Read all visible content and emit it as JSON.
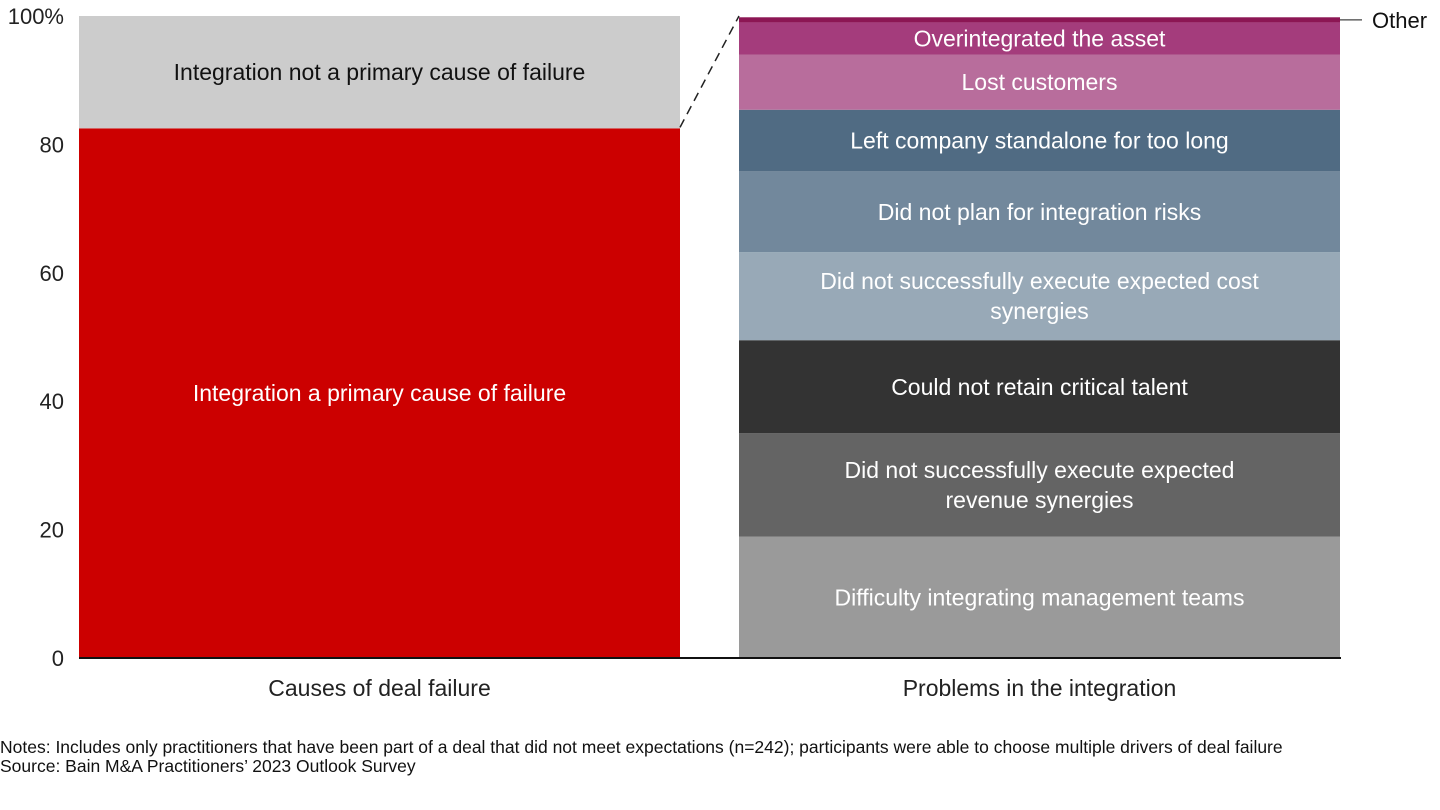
{
  "chart_data": {
    "type": "bar",
    "stacked": true,
    "yticks": [
      "0",
      "20",
      "40",
      "60",
      "80",
      "100%"
    ],
    "ylim": [
      0,
      100
    ],
    "grid": false,
    "categories": [
      "Causes of deal failure",
      "Problems in the integration"
    ],
    "bars": [
      {
        "category": "Causes of deal failure",
        "segments": [
          {
            "label": "Integration a primary cause of failure",
            "value": 82.5,
            "color": "#cc0000",
            "text_color": "#ffffff"
          },
          {
            "label": "Integration not a primary cause of failure",
            "value": 17.5,
            "color": "#cccccc",
            "text_color": "#111111"
          }
        ]
      },
      {
        "category": "Problems in the integration",
        "segments": [
          {
            "label": "Difficulty integrating management teams",
            "value": 18.9,
            "color": "#9a9a9a",
            "text_color": "#ffffff"
          },
          {
            "label": "Did not successfully execute expected revenue synergies",
            "value": 16.1,
            "color": "#646464",
            "text_color": "#ffffff"
          },
          {
            "label": "Could not retain critical talent",
            "value": 14.5,
            "color": "#333333",
            "text_color": "#ffffff"
          },
          {
            "label": "Did not successfully execute expected cost synergies",
            "value": 13.7,
            "color": "#98a9b7",
            "text_color": "#ffffff"
          },
          {
            "label": "Did not plan for integration risks",
            "value": 12.6,
            "color": "#72889c",
            "text_color": "#ffffff"
          },
          {
            "label": "Left company standalone for too long",
            "value": 9.6,
            "color": "#506b83",
            "text_color": "#ffffff"
          },
          {
            "label": "Lost customers",
            "value": 8.6,
            "color": "#b86d9c",
            "text_color": "#ffffff"
          },
          {
            "label": "Overintegrated the asset",
            "value": 5.0,
            "color": "#a43c7c",
            "text_color": "#ffffff"
          },
          {
            "label": "Other",
            "value": 0.8,
            "color": "#8c1654",
            "text_color": "#111111",
            "callout": true
          }
        ]
      }
    ]
  },
  "footer": {
    "notes": "Notes: Includes only practitioners that have been part of a deal that did not meet expectations (n=242); participants were able to choose multiple drivers of deal failure",
    "source": "Source: Bain M&A Practitioners’ 2023 Outlook Survey"
  }
}
